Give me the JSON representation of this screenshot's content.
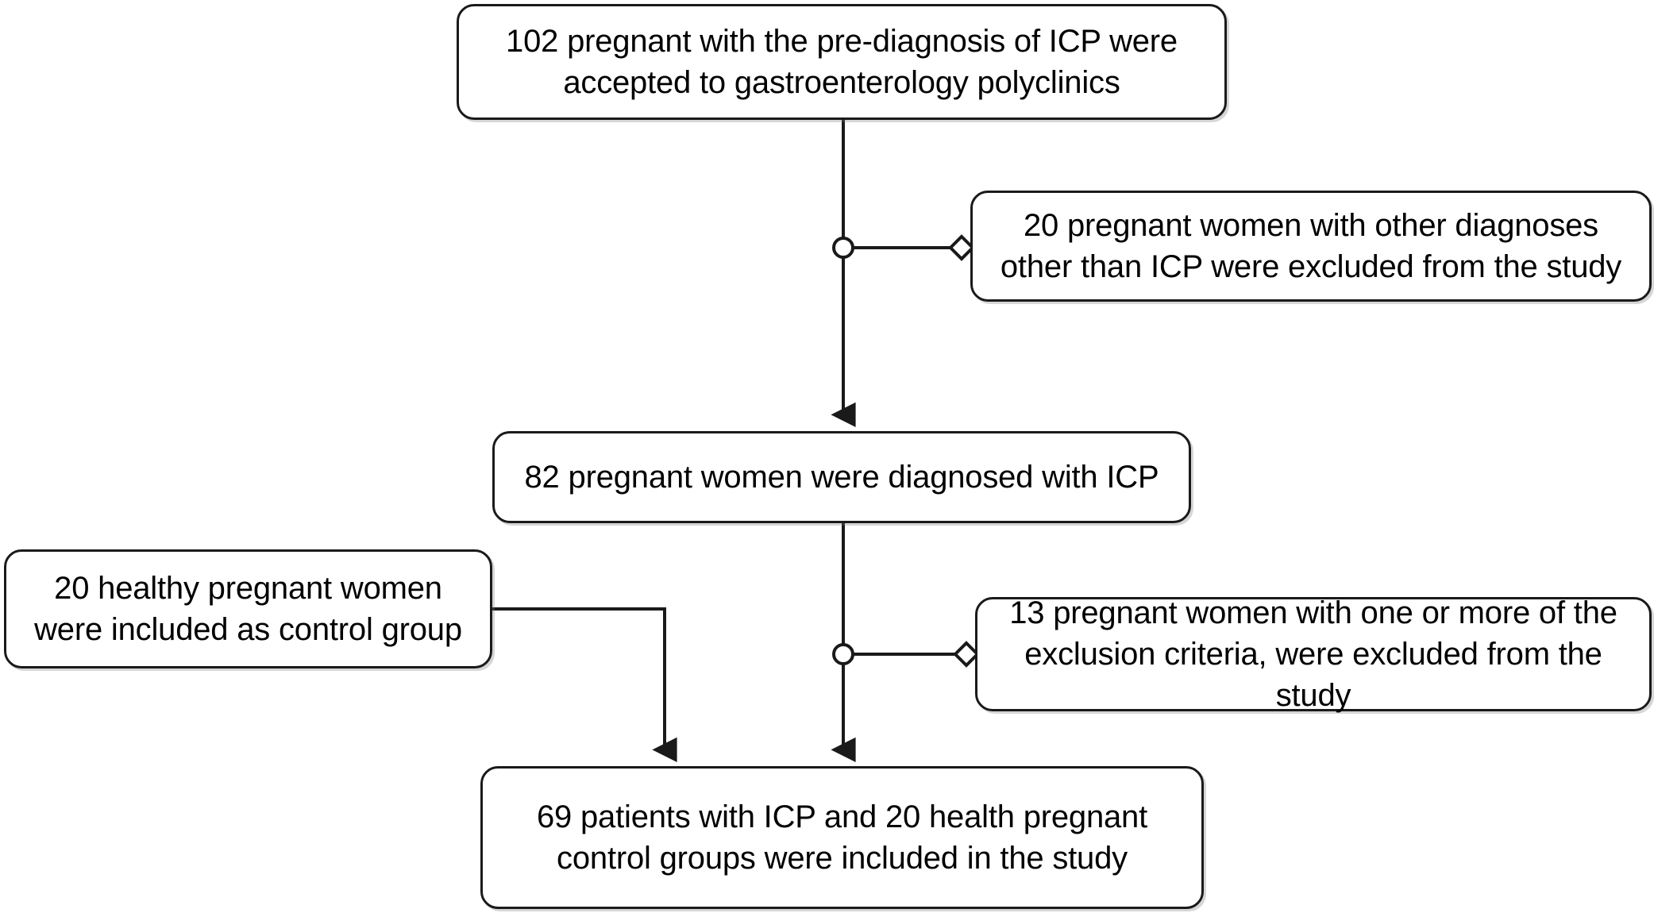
{
  "diagram": {
    "type": "flowchart",
    "title": "ICP study participant flow",
    "line_color": "#1a1a1a",
    "box_fill": "#ffffff",
    "text_color": "#000000",
    "nodes": [
      {
        "id": "enrolled",
        "text": "102 pregnant with the pre-diagnosis of ICP were\naccepted to gastroenterology polyclinics",
        "count": 102
      },
      {
        "id": "excluded-1",
        "text": "20 pregnant women with other diagnoses\nother than ICP were excluded from the study",
        "count": 20
      },
      {
        "id": "diagnosed",
        "text": "82 pregnant women were diagnosed with ICP",
        "count": 82
      },
      {
        "id": "control",
        "text": "20 healthy pregnant women\nwere included as control group",
        "count": 20
      },
      {
        "id": "excluded-2",
        "text": "13 pregnant women with one or more of the\nexclusion criteria, were excluded from the study",
        "count": 13
      },
      {
        "id": "final",
        "text": "69 patients with ICP and 20 health pregnant\ncontrol groups were included in the study",
        "count": 69
      }
    ],
    "connectors": [
      {
        "id": "enrolled-to-diagnosed",
        "from": "enrolled",
        "to": "diagnosed",
        "marker": "arrow"
      },
      {
        "id": "enrolled-to-excluded-1",
        "from": "enrolled",
        "to": "excluded-1",
        "marker": "circle-diamond"
      },
      {
        "id": "diagnosed-to-final",
        "from": "diagnosed",
        "to": "final",
        "marker": "arrow"
      },
      {
        "id": "diagnosed-to-excluded-2",
        "from": "diagnosed",
        "to": "excluded-2",
        "marker": "circle-diamond"
      },
      {
        "id": "control-to-final",
        "from": "control",
        "to": "final",
        "marker": "arrow"
      }
    ]
  }
}
